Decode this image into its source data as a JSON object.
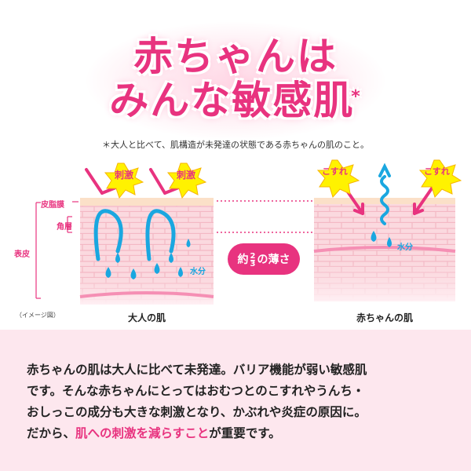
{
  "title": {
    "line1": "赤ちゃんは",
    "line2": "みんな敏感肌",
    "asterisk": "*"
  },
  "note": "＊大人と比べて、肌構造が未発達の状態である赤ちゃんの肌のこと。",
  "labels": {
    "hishimaku": "皮脂膜",
    "kakuso": "角層",
    "hyohi": "表皮",
    "image_note": "（イメージ図）"
  },
  "adult": {
    "caption": "大人の肌",
    "stimulus1": "刺激",
    "stimulus2": "刺激",
    "water": "水分"
  },
  "baby": {
    "caption": "赤ちゃんの肌",
    "friction1": "こすれ",
    "friction2": "こすれ",
    "water": "水分"
  },
  "badge": {
    "prefix": "約",
    "numerator": "2",
    "denominator": "3",
    "suffix": "の薄さ"
  },
  "body": {
    "line1": "赤ちゃんの肌は大人に比べて未発達。バリア機能が弱い敏感肌",
    "line2": "です。そんな赤ちゃんにとってはおむつとのこすれやうんち・",
    "line3": "おしっこの成分も大きな刺激となり、かぶれや炎症の原因に。",
    "line4_pre": "だから、",
    "line4_hl": "肌への刺激を減らすこと",
    "line4_post": "が重要です。"
  },
  "colors": {
    "accent": "#e8337f",
    "water": "#1aa7e0",
    "skin_light": "#fbd9df",
    "skin_line": "#f3b8c4",
    "sebum": "#fbe0c8",
    "star": "#fff200"
  }
}
